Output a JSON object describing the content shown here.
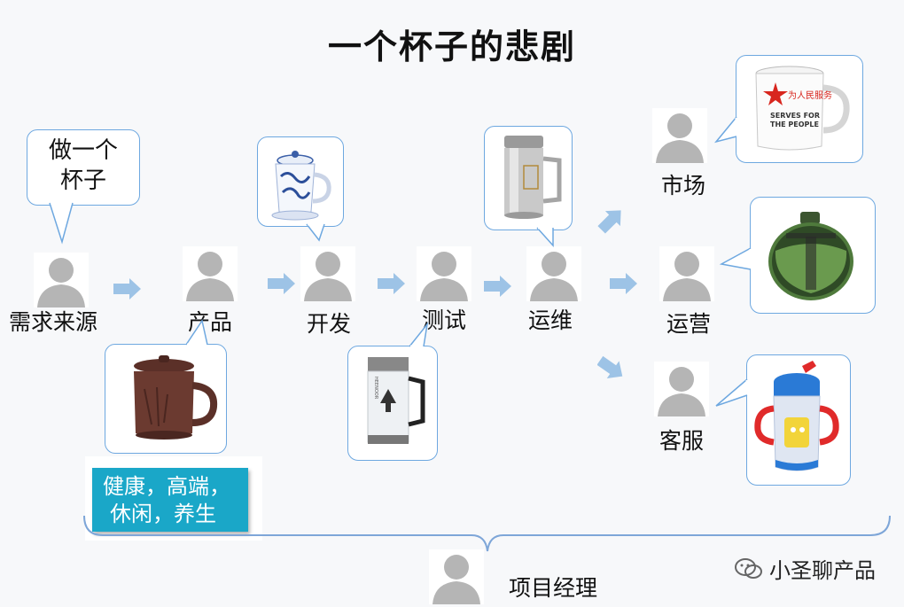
{
  "title": "一个杯子的悲剧",
  "speech": {
    "line1": "做一个",
    "line2": "杯子"
  },
  "roles": {
    "source": "需求来源",
    "product": "产品",
    "dev": "开发",
    "test": "测试",
    "ops": "运维",
    "market": "市场",
    "operation": "运营",
    "service": "客服",
    "pm": "项目经理"
  },
  "note": {
    "line1": "健康，高端，",
    "line2": "休闲，养生"
  },
  "mug_text": {
    "slogan_cn": "为人民服务",
    "slogan_en1": "SERVES FOR",
    "slogan_en2": "THE PEOPLE",
    "brand": "HEENOOR"
  },
  "watermark": "小圣聊产品",
  "colors": {
    "arrow": "#9dc3e6",
    "bubble_border": "#6ea8e0",
    "note_bg": "#1aa7c8",
    "avatar": "#b5b5b5",
    "bracket": "#7ea6d8"
  }
}
